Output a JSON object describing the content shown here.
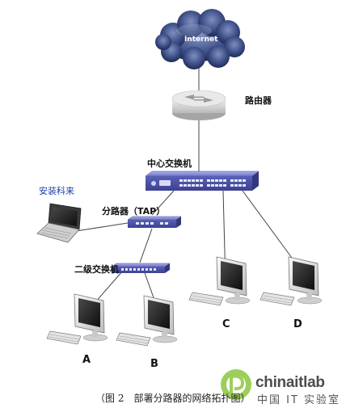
{
  "diagram": {
    "internet_label": "Internet",
    "router_label": "路由器",
    "core_switch_label": "中心交换机",
    "laptop_label": "安装科来",
    "tap_label": "分路器（TAP）",
    "secondary_switch_label": "二级交换机",
    "pc_labels": [
      "A",
      "B",
      "C",
      "D"
    ],
    "caption": "（图 2　部署分路器的网络拓扑图）"
  },
  "watermark": {
    "brand": "chinaitlab",
    "brand_cn": "中国 IT 实验室",
    "logo_color": "#8cc63f"
  },
  "colors": {
    "cloud": "#3a4f8a",
    "switch": "#6a6fc0",
    "router": "#d0d0d0",
    "lines": "#444444"
  }
}
